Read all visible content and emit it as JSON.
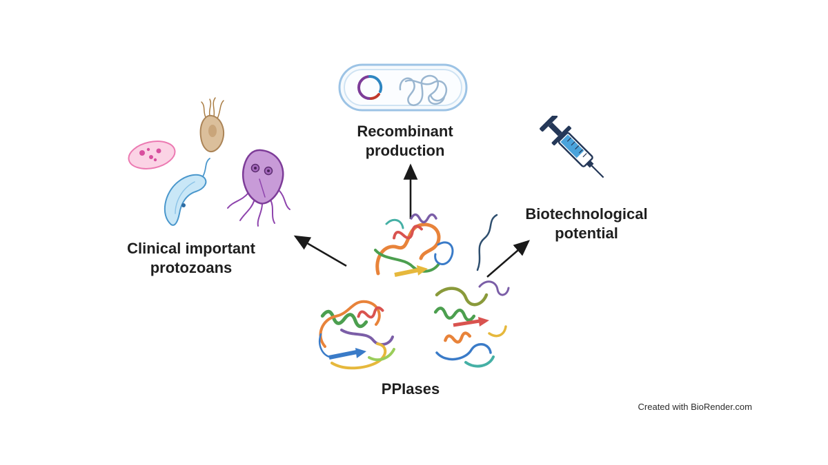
{
  "diagram": {
    "center": {
      "label": "PPIases"
    },
    "nodes": {
      "clinical": {
        "label_line1": "Clinical important",
        "label_line2": "protozoans"
      },
      "recombinant": {
        "label_line1": "Recombinant",
        "label_line2": "production"
      },
      "biotech": {
        "label_line1": "Biotechnological",
        "label_line2": "potential"
      }
    },
    "credit": "Created with BioRender.com",
    "icons": {
      "recombinant": "bacteria-plasmid-icon",
      "biotech": "syringe-icon",
      "clinical": "protozoans-icon",
      "center": "protein-structures-icon"
    },
    "colors": {
      "arrow": "#1a1a1a",
      "text": "#1f1f1f",
      "bacteria_membrane": "#9cc3e5",
      "plasmid_purple": "#7d3c98",
      "plasmid_blue": "#2e86c1",
      "plasmid_red": "#c0392b",
      "syringe_outline": "#253858",
      "syringe_fill": "#4aa3db",
      "protozoan_pink": "#ec7ab2",
      "protozoan_tan": "#ab8457",
      "protozoan_blue": "#4a97cc",
      "protozoan_purple": "#7d3c98"
    }
  }
}
